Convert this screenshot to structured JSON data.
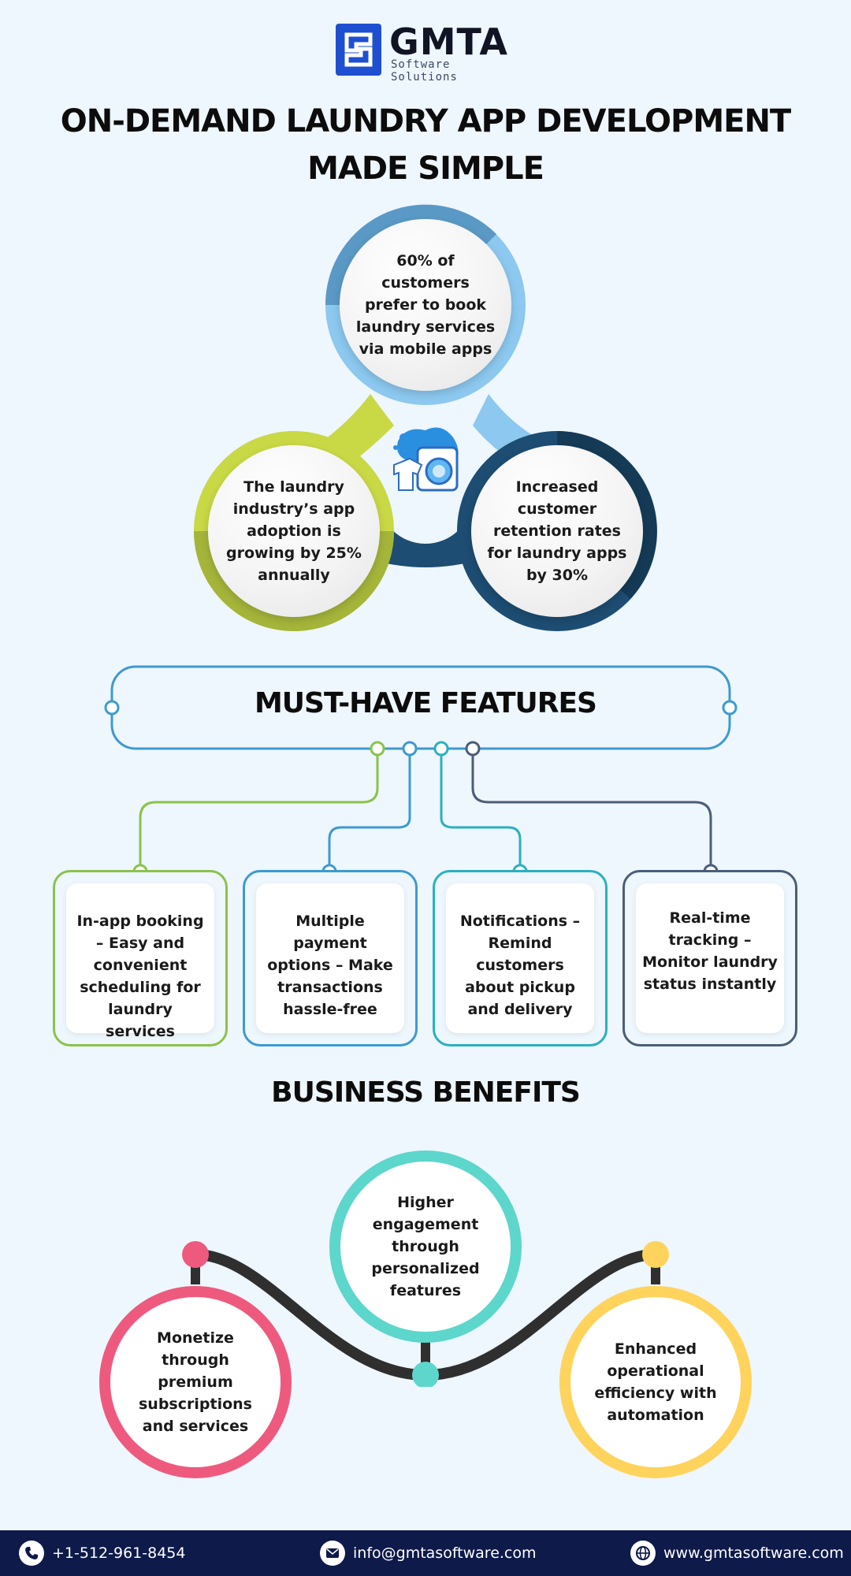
{
  "brand": {
    "name": "GMTA",
    "tagline": "Software Solutions",
    "color": "#1f4fd1"
  },
  "title": {
    "line1": "ON-DEMAND LAUNDRY APP DEVELOPMENT",
    "line2": "MADE SIMPLE"
  },
  "stats": [
    {
      "text": "60% of customers prefer to book laundry services via mobile apps",
      "color": "#8cc8ef"
    },
    {
      "text": "The laundry industry’s app adoption is growing by 25% annually",
      "color": "#c9d845"
    },
    {
      "text": "Increased customer retention rates for laundry apps by 30%",
      "color": "#1d4d72"
    }
  ],
  "center_icon": "washing-machine-icon",
  "features": {
    "title": "MUST-HAVE FEATURES",
    "items": [
      {
        "text": "In-app booking – Easy and convenient scheduling for laundry services",
        "color": "#8bc34a"
      },
      {
        "text": "Multiple payment options – Make transactions hassle-free",
        "color": "#3d9ad1"
      },
      {
        "text": "Notifications – Remind customers about pickup and delivery",
        "color": "#2bb0c0"
      },
      {
        "text": "Real-time tracking – Monitor laundry status instantly",
        "color": "#4a5e78"
      }
    ]
  },
  "benefits": {
    "title": "BUSINESS BENEFITS",
    "items": [
      {
        "text": "Monetize through premium subscriptions and services",
        "color": "#ee5a7e"
      },
      {
        "text": "Higher engagement through personalized features",
        "color": "#5dd6cc"
      },
      {
        "text": "Enhanced operational efficiency with automation",
        "color": "#ffd35c"
      }
    ]
  },
  "footer": {
    "phone": "+1-512-961-8454",
    "email": "info@gmtasoftware.com",
    "website": "www.gmtasoftware.com",
    "background": "#0d1a4a"
  }
}
